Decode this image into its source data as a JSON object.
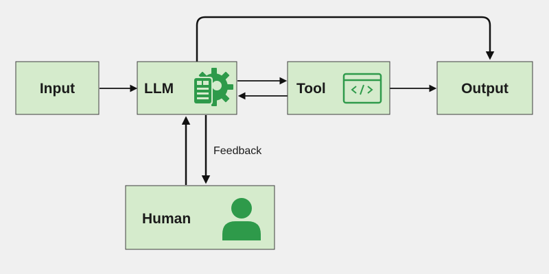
{
  "diagram": {
    "nodes": {
      "input": {
        "label": "Input"
      },
      "llm": {
        "label": "LLM",
        "icon": "settings-gear-document-icon"
      },
      "tool": {
        "label": "Tool",
        "icon": "code-window-icon"
      },
      "output": {
        "label": "Output"
      },
      "human": {
        "label": "Human",
        "icon": "person-icon"
      }
    },
    "edges": {
      "feedback": {
        "label": "Feedback"
      }
    },
    "colors": {
      "background": "#f0f0f0",
      "node_fill": "#d5ebcc",
      "node_border": "#3e3e3e",
      "icon": "#2e9a4a",
      "arrow": "#111111"
    }
  }
}
